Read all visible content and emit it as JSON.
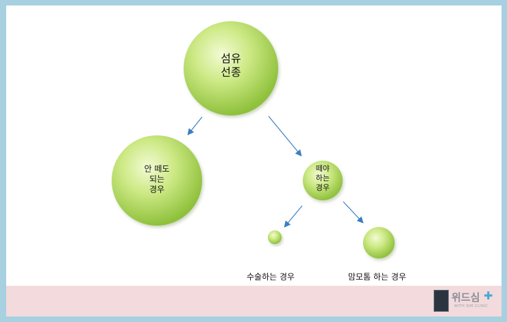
{
  "nodes": {
    "root": {
      "label": "섬유\n선종"
    },
    "left": {
      "label": "안 떼도\n되는\n경우"
    },
    "right": {
      "label": "떼야\n하는\n경우"
    },
    "surgery": {
      "label": ""
    },
    "polypectomy": {
      "label": ""
    }
  },
  "captions": {
    "surgery": "수술하는 경우",
    "polypectomy": "맘모톰 하는 경우"
  },
  "logo": {
    "name": "위드심",
    "sub": "WITH SIM CLINIC"
  },
  "colors": {
    "arrow": "#3a7fc1",
    "node_light": "#eef9c8",
    "node_mid": "#bfe06a",
    "node_dark": "#8ec23a"
  }
}
